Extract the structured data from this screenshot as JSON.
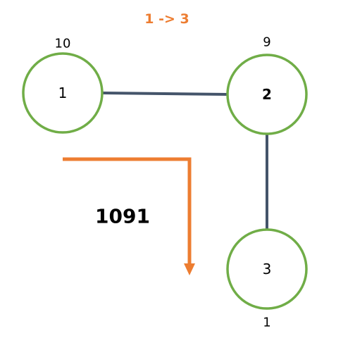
{
  "path_label": "1 -> 3",
  "total": "1091",
  "nodes": [
    {
      "id": "1",
      "label": "1",
      "weight": "10"
    },
    {
      "id": "2",
      "label": "2",
      "weight": "9"
    },
    {
      "id": "3",
      "label": "3",
      "weight": "1"
    }
  ],
  "edges": [
    {
      "from": "1",
      "to": "2"
    },
    {
      "from": "2",
      "to": "3"
    }
  ],
  "colors": {
    "node_stroke": "#70ad47",
    "edge": "#44546a",
    "accent": "#ed7d31"
  }
}
